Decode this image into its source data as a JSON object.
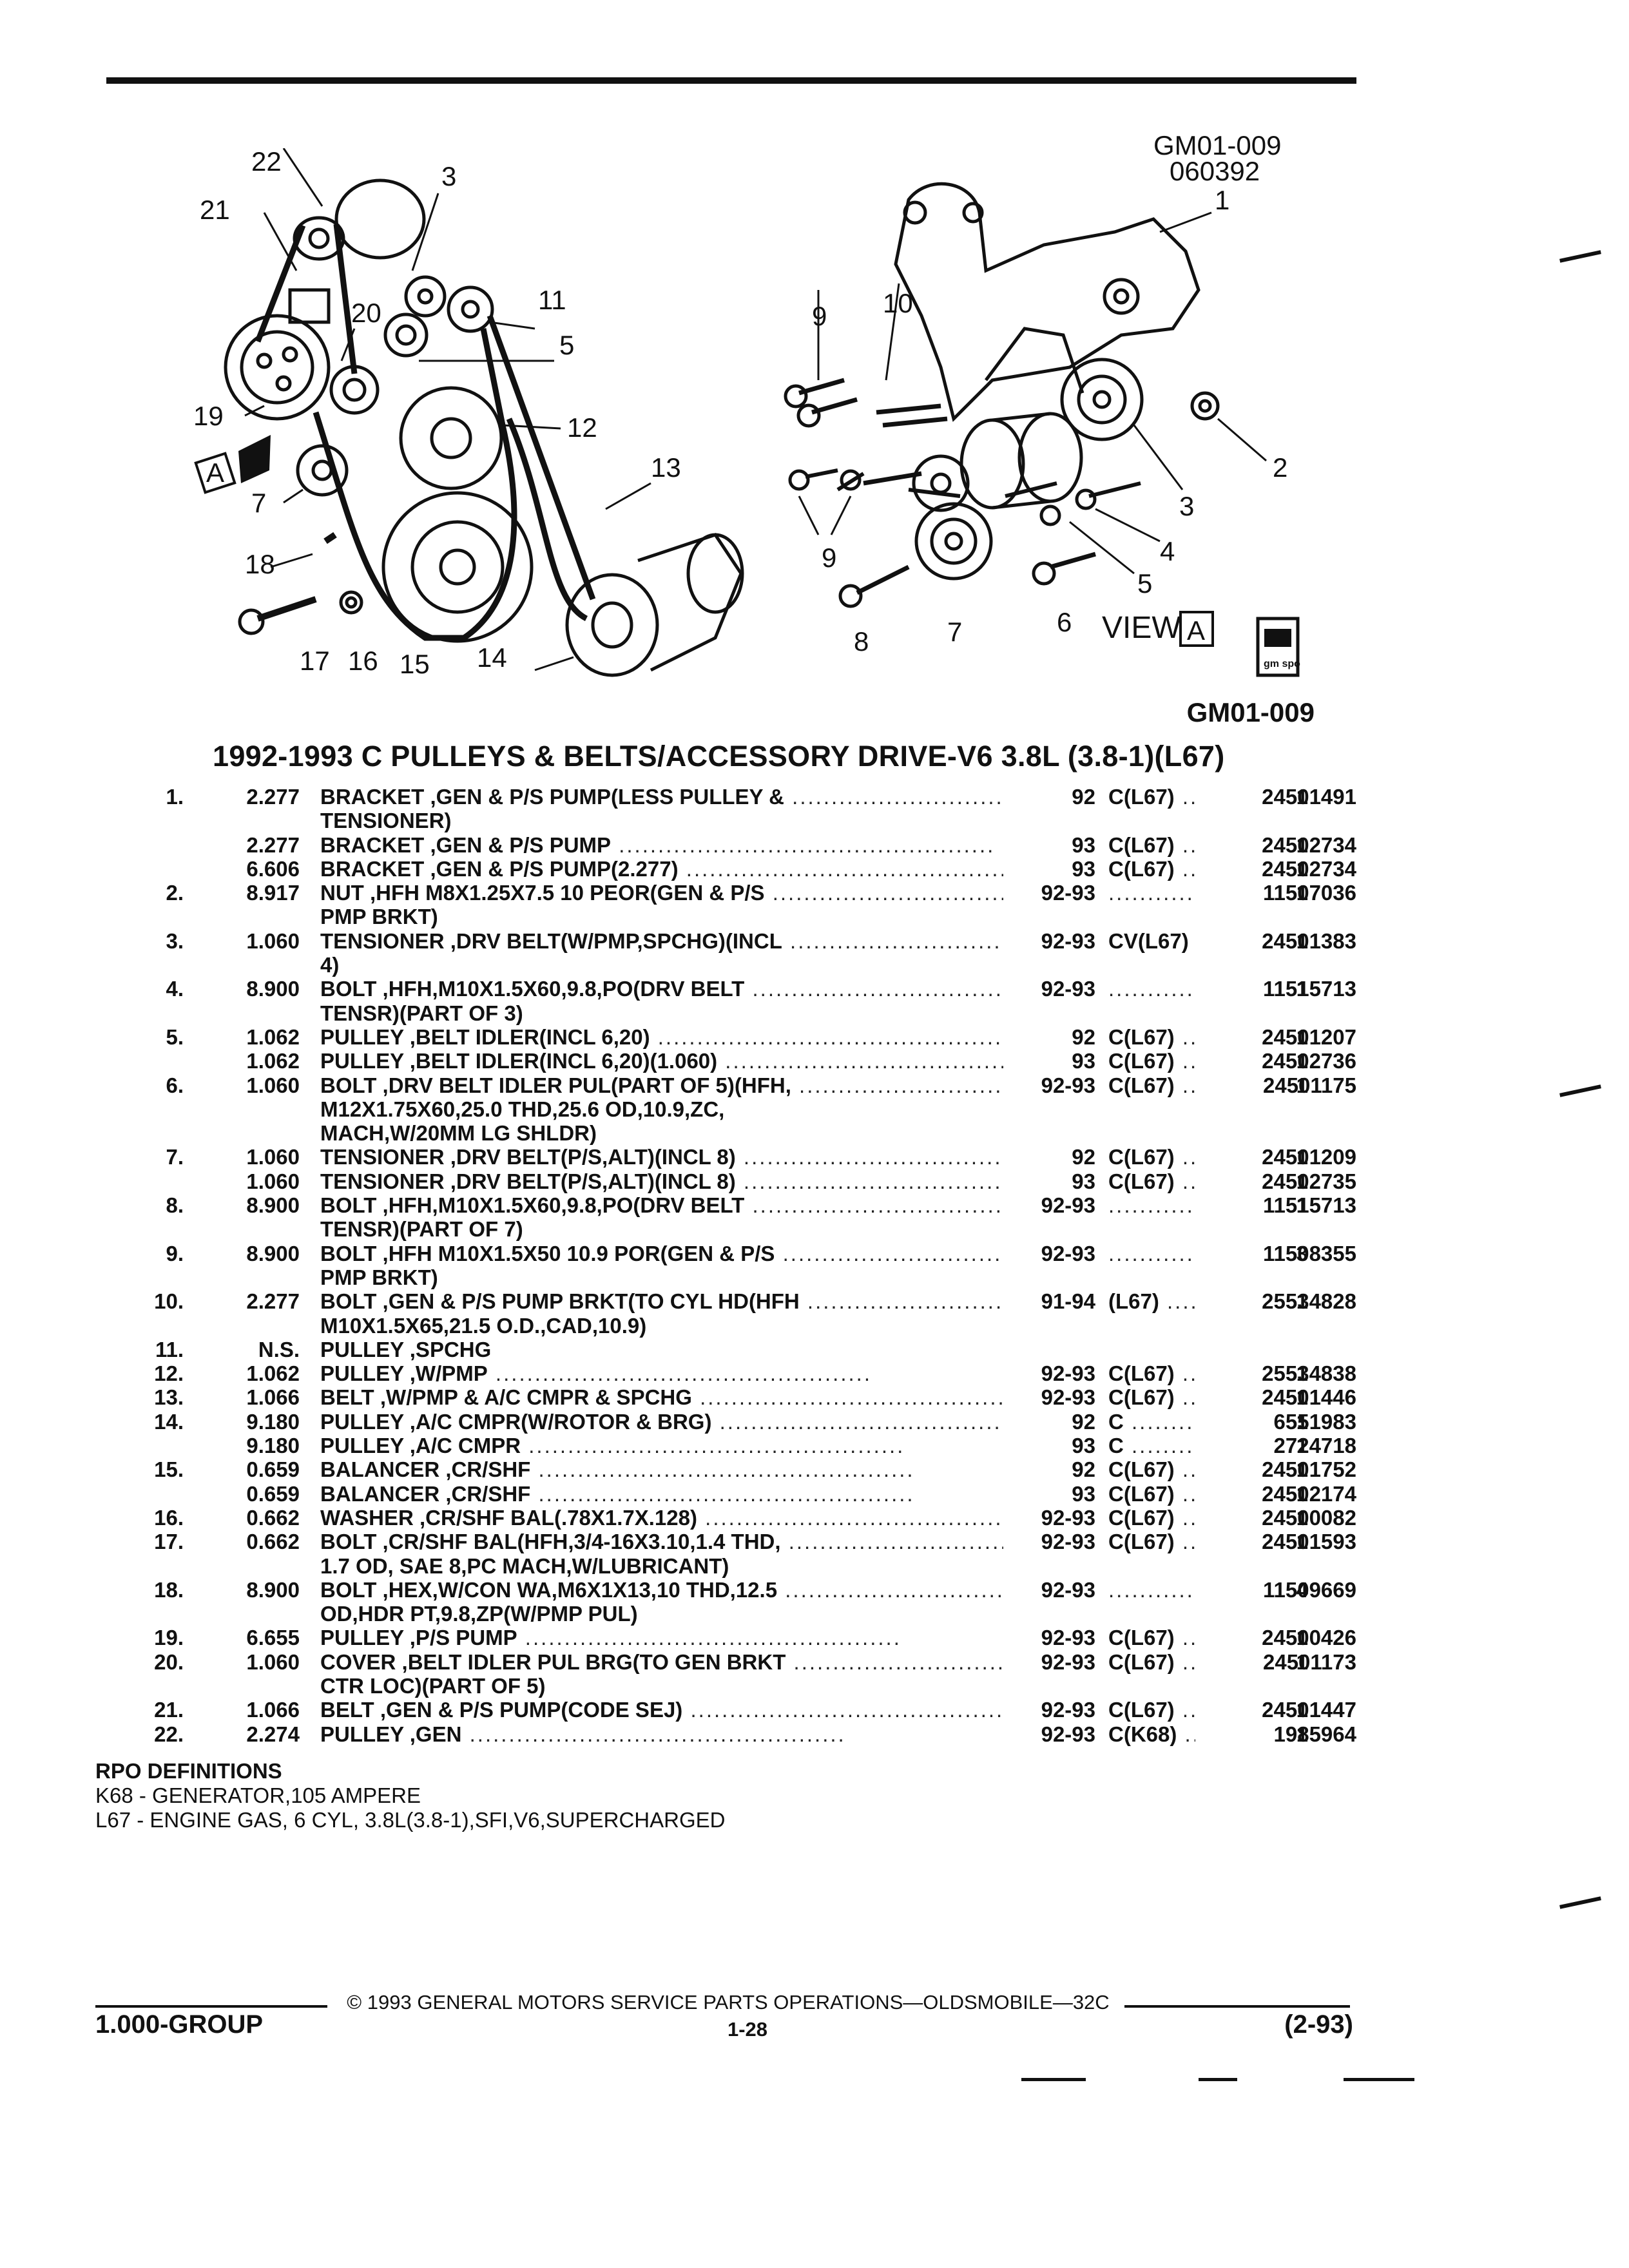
{
  "diagram": {
    "code_top": "GM01-009",
    "date_code": "060392",
    "code_bottom": "GM01-009",
    "view_label": "VIEW",
    "view_letter": "A",
    "arrow_letter": "A",
    "logo_text": "gm spo",
    "left_callouts": [
      "22",
      "3",
      "21",
      "11",
      "20",
      "5",
      "19",
      "12",
      "7",
      "13",
      "18",
      "17",
      "16",
      "15",
      "14"
    ],
    "right_callouts": [
      "1",
      "9",
      "10",
      "2",
      "3",
      "9",
      "4",
      "5",
      "8",
      "7",
      "6"
    ]
  },
  "title": "1992-1993 C PULLEYS & BELTS/ACCESSORY DRIVE-V6 3.8L (3.8-1)(L67)",
  "parts": [
    {
      "num": "1.",
      "code": "2.277",
      "name": "BRACKET",
      "desc": " ,GEN & P/S PUMP(LESS PULLEY &",
      "year": "92",
      "model": "C(L67)",
      "qty": "1",
      "part": "24501491"
    },
    {
      "num": "",
      "code": "",
      "name": "",
      "desc": "TENSIONER)",
      "year": "",
      "model": "",
      "qty": "",
      "part": ""
    },
    {
      "num": "",
      "code": "2.277",
      "name": "BRACKET",
      "desc": " ,GEN & P/S PUMP",
      "year": "93",
      "model": "C(L67)",
      "qty": "1",
      "part": "24502734"
    },
    {
      "num": "",
      "code": "6.606",
      "name": "BRACKET",
      "desc": " ,GEN & P/S PUMP(2.277)",
      "year": "93",
      "model": "C(L67)",
      "qty": "1",
      "part": "24502734"
    },
    {
      "num": "2.",
      "code": "8.917",
      "name": "NUT",
      "desc": " ,HFH M8X1.25X7.5 10 PEOR(GEN & P/S",
      "year": "92-93",
      "model": "",
      "qty": "1",
      "part": "11507036"
    },
    {
      "num": "",
      "code": "",
      "name": "",
      "desc": "PMP BRKT)",
      "year": "",
      "model": "",
      "qty": "",
      "part": ""
    },
    {
      "num": "3.",
      "code": "1.060",
      "name": "TENSIONER",
      "desc": " ,DRV BELT(W/PMP,SPCHG)(INCL",
      "year": "92-93",
      "model": "CV(L67)",
      "qty": "1",
      "part": "24501383"
    },
    {
      "num": "",
      "code": "",
      "name": "",
      "desc": "4)",
      "year": "",
      "model": "",
      "qty": "",
      "part": ""
    },
    {
      "num": "4.",
      "code": "8.900",
      "name": "BOLT",
      "desc": " ,HFH,M10X1.5X60,9.8,PO(DRV BELT",
      "year": "92-93",
      "model": "",
      "qty": "1",
      "part": "11515713"
    },
    {
      "num": "",
      "code": "",
      "name": "",
      "desc": "TENSR)(PART OF 3)",
      "year": "",
      "model": "",
      "qty": "",
      "part": ""
    },
    {
      "num": "5.",
      "code": "1.062",
      "name": "PULLEY",
      "desc": " ,BELT IDLER(INCL 6,20)",
      "year": "92",
      "model": "C(L67)",
      "qty": "1",
      "part": "24501207"
    },
    {
      "num": "",
      "code": "1.062",
      "name": "PULLEY",
      "desc": " ,BELT IDLER(INCL 6,20)(1.060)",
      "year": "93",
      "model": "C(L67)",
      "qty": "1",
      "part": "24502736"
    },
    {
      "num": "6.",
      "code": "1.060",
      "name": "BOLT",
      "desc": " ,DRV BELT IDLER PUL(PART OF 5)(HFH,",
      "year": "92-93",
      "model": "C(L67)",
      "qty": "1",
      "part": "24501175"
    },
    {
      "num": "",
      "code": "",
      "name": "",
      "desc": "M12X1.75X60,25.0 THD,25.6 OD,10.9,ZC,",
      "year": "",
      "model": "",
      "qty": "",
      "part": ""
    },
    {
      "num": "",
      "code": "",
      "name": "",
      "desc": "MACH,W/20MM LG SHLDR)",
      "year": "",
      "model": "",
      "qty": "",
      "part": ""
    },
    {
      "num": "7.",
      "code": "1.060",
      "name": "TENSIONER",
      "desc": " ,DRV BELT(P/S,ALT)(INCL 8)",
      "year": "92",
      "model": "C(L67)",
      "qty": "1",
      "part": "24501209"
    },
    {
      "num": "",
      "code": "1.060",
      "name": "TENSIONER",
      "desc": " ,DRV BELT(P/S,ALT)(INCL 8)",
      "year": "93",
      "model": "C(L67)",
      "qty": "1",
      "part": "24502735"
    },
    {
      "num": "8.",
      "code": "8.900",
      "name": "BOLT",
      "desc": " ,HFH,M10X1.5X60,9.8,PO(DRV BELT",
      "year": "92-93",
      "model": "",
      "qty": "1",
      "part": "11515713"
    },
    {
      "num": "",
      "code": "",
      "name": "",
      "desc": "TENSR)(PART OF 7)",
      "year": "",
      "model": "",
      "qty": "",
      "part": ""
    },
    {
      "num": "9.",
      "code": "8.900",
      "name": "BOLT",
      "desc": " ,HFH M10X1.5X50 10.9 POR(GEN & P/S",
      "year": "92-93",
      "model": "",
      "qty": "3",
      "part": "11508355"
    },
    {
      "num": "",
      "code": "",
      "name": "",
      "desc": "PMP BRKT)",
      "year": "",
      "model": "",
      "qty": "",
      "part": ""
    },
    {
      "num": "10.",
      "code": "2.277",
      "name": "BOLT",
      "desc": " ,GEN & P/S PUMP BRKT(TO CYL HD(HFH",
      "year": "91-94",
      "model": "(L67)",
      "qty": "1",
      "part": "25534828"
    },
    {
      "num": "",
      "code": "",
      "name": "",
      "desc": "M10X1.5X65,21.5 O.D.,CAD,10.9)",
      "year": "",
      "model": "",
      "qty": "",
      "part": ""
    },
    {
      "num": "11.",
      "code": "N.S.",
      "name": "PULLEY",
      "desc": " ,SPCHG",
      "year": "",
      "model": "",
      "qty": "",
      "part": ""
    },
    {
      "num": "12.",
      "code": "1.062",
      "name": "PULLEY",
      "desc": " ,W/PMP",
      "year": "92-93",
      "model": "C(L67)",
      "qty": "1",
      "part": "25534838"
    },
    {
      "num": "13.",
      "code": "1.066",
      "name": "BELT",
      "desc": " ,W/PMP & A/C CMPR & SPCHG",
      "year": "92-93",
      "model": "C(L67)",
      "qty": "1",
      "part": "24501446"
    },
    {
      "num": "14.",
      "code": "9.180",
      "name": "PULLEY",
      "desc": " ,A/C CMPR(W/ROTOR & BRG)",
      "year": "92",
      "model": "C",
      "qty": "1",
      "part": "6551983"
    },
    {
      "num": "",
      "code": "9.180",
      "name": "PULLEY",
      "desc": " ,A/C CMPR",
      "year": "93",
      "model": "C",
      "qty": "1",
      "part": "2724718"
    },
    {
      "num": "15.",
      "code": "0.659",
      "name": "BALANCER",
      "desc": " ,CR/SHF",
      "year": "92",
      "model": "C(L67)",
      "qty": "1",
      "part": "24501752"
    },
    {
      "num": "",
      "code": "0.659",
      "name": "BALANCER",
      "desc": " ,CR/SHF",
      "year": "93",
      "model": "C(L67)",
      "qty": "1",
      "part": "24502174"
    },
    {
      "num": "16.",
      "code": "0.662",
      "name": "WASHER",
      "desc": " ,CR/SHF BAL(.78X1.7X.128)",
      "year": "92-93",
      "model": "C(L67)",
      "qty": "1",
      "part": "24500082"
    },
    {
      "num": "17.",
      "code": "0.662",
      "name": "BOLT",
      "desc": " ,CR/SHF BAL(HFH,3/4-16X3.10,1.4 THD,",
      "year": "92-93",
      "model": "C(L67)",
      "qty": "1",
      "part": "24501593"
    },
    {
      "num": "",
      "code": "",
      "name": "",
      "desc": "1.7 OD, SAE 8,PC MACH,W/LUBRICANT)",
      "year": "",
      "model": "",
      "qty": "",
      "part": ""
    },
    {
      "num": "18.",
      "code": "8.900",
      "name": "BOLT",
      "desc": " ,HEX,W/CON WA,M6X1X13,10 THD,12.5",
      "year": "92-93",
      "model": "",
      "qty": "4",
      "part": "11509669"
    },
    {
      "num": "",
      "code": "",
      "name": "",
      "desc": "OD,HDR PT,9.8,ZP(W/PMP PUL)",
      "year": "",
      "model": "",
      "qty": "",
      "part": ""
    },
    {
      "num": "19.",
      "code": "6.655",
      "name": "PULLEY",
      "desc": " ,P/S PUMP",
      "year": "92-93",
      "model": "C(L67)",
      "qty": "1",
      "part": "24500426"
    },
    {
      "num": "20.",
      "code": "1.060",
      "name": "COVER",
      "desc": " ,BELT IDLER PUL BRG(TO GEN BRKT",
      "year": "92-93",
      "model": "C(L67)",
      "qty": "1",
      "part": "24501173"
    },
    {
      "num": "",
      "code": "",
      "name": "",
      "desc": "CTR LOC)(PART OF 5)",
      "year": "",
      "model": "",
      "qty": "",
      "part": ""
    },
    {
      "num": "21.",
      "code": "1.066",
      "name": "BELT",
      "desc": " ,GEN & P/S PUMP(CODE SEJ)",
      "year": "92-93",
      "model": "C(L67)",
      "qty": "1",
      "part": "24501447"
    },
    {
      "num": "22.",
      "code": "2.274",
      "name": "PULLEY",
      "desc": " ,GEN",
      "year": "92-93",
      "model": "C(K68)",
      "qty": "1",
      "part": "1985964"
    }
  ],
  "rpo": {
    "heading": "RPO DEFINITIONS",
    "k68": "K68 - GENERATOR,105 AMPERE",
    "l67": "L67 - ENGINE GAS, 6 CYL, 3.8L(3.8-1),SFI,V6,SUPERCHARGED"
  },
  "footer": {
    "copyright": "© 1993 GENERAL MOTORS SERVICE PARTS OPERATIONS—OLDSMOBILE—32C",
    "group": "1.000-GROUP",
    "page": "1-28",
    "date": "(2-93)"
  }
}
